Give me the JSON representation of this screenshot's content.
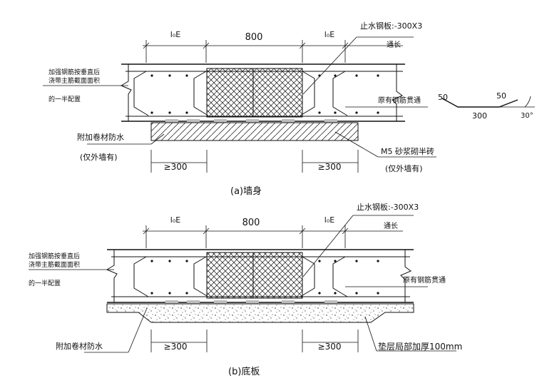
{
  "colors": {
    "ink": "#111111",
    "paper": "#ffffff",
    "pad": "#bdbdbd"
  },
  "wall": {
    "dim_left": "l₀E",
    "dim_mid": "800",
    "dim_right": "l₀E",
    "steel_plate_1": "止水钢板:-300X3",
    "steel_plate_2": "通长",
    "rebar_note_1": "加强钢筋按垂直后",
    "rebar_note_2": "浇带主筋截面面积",
    "rebar_note_3": "的一半配置",
    "existing_rebar": "原有钢筋贯通",
    "waterproof_1": "附加卷材防水",
    "waterproof_2": "(仅外墙有)",
    "brick_1": "M5 砂浆砌半砖",
    "brick_2": "(仅外墙有)",
    "ge300_left": "≥300",
    "ge300_right": "≥300",
    "caption": "(a)墙身"
  },
  "hook": {
    "left": "50",
    "mid": "300",
    "right": "50",
    "angle": "30°"
  },
  "slab": {
    "dim_left": "l₀E",
    "dim_mid": "800",
    "dim_right": "l₀E",
    "steel_plate_1": "止水钢板:-300X3",
    "steel_plate_2": "通长",
    "rebar_note_1": "加强钢筋按垂直后",
    "rebar_note_2": "浇带主筋截面面积",
    "rebar_note_3": "的一半配置",
    "existing_rebar": "原有钢筋贯通",
    "waterproof": "附加卷材防水",
    "cushion": "垫层局部加厚100mm",
    "ge300_left": "≥300",
    "ge300_right": "≥300",
    "caption": "(b)底板"
  }
}
